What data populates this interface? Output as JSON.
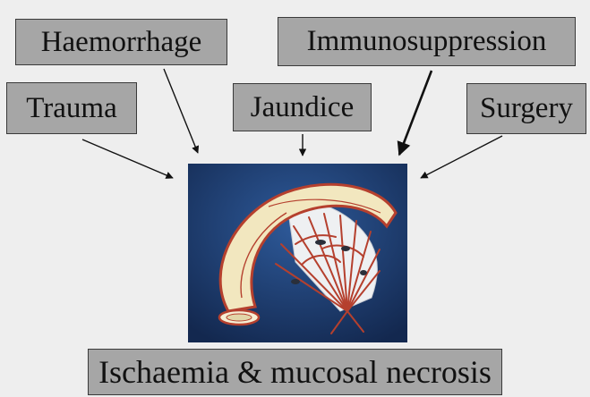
{
  "labels": {
    "haemorrhage": "Haemorrhage",
    "immunosuppression": "Immunosuppression",
    "trauma": "Trauma",
    "jaundice": "Jaundice",
    "surgery": "Surgery",
    "ischaemia": "Ischaemia & mucosal necrosis"
  },
  "colors": {
    "background": "#eeeeee",
    "box_fill": "#a6a6a6",
    "box_border": "#3a3a3a",
    "arrow": "#111111",
    "illustration_bg": "#1d3c73",
    "bowel_wall": "#f2e7bf",
    "vessel": "#b5402e"
  },
  "illustration": {
    "subject": "intestinal-loop-with-mesentery-icon"
  }
}
